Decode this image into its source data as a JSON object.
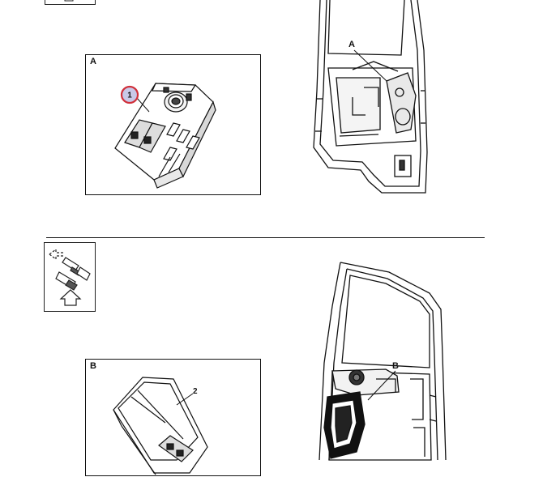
{
  "panels": {
    "top": {
      "letter": "A",
      "callout": "1",
      "door_label": "A"
    },
    "bottom": {
      "letter": "B",
      "callout": "2",
      "door_label": "B"
    }
  },
  "icons": {
    "top_step": "remove-switch-step-icon",
    "bottom_step": "install-switch-step-icon",
    "install_arrow": "up-arrow-icon"
  },
  "colors": {
    "callout_ring": "#d0303a",
    "callout_fill": "#c9c9e8",
    "line": "#111111"
  }
}
